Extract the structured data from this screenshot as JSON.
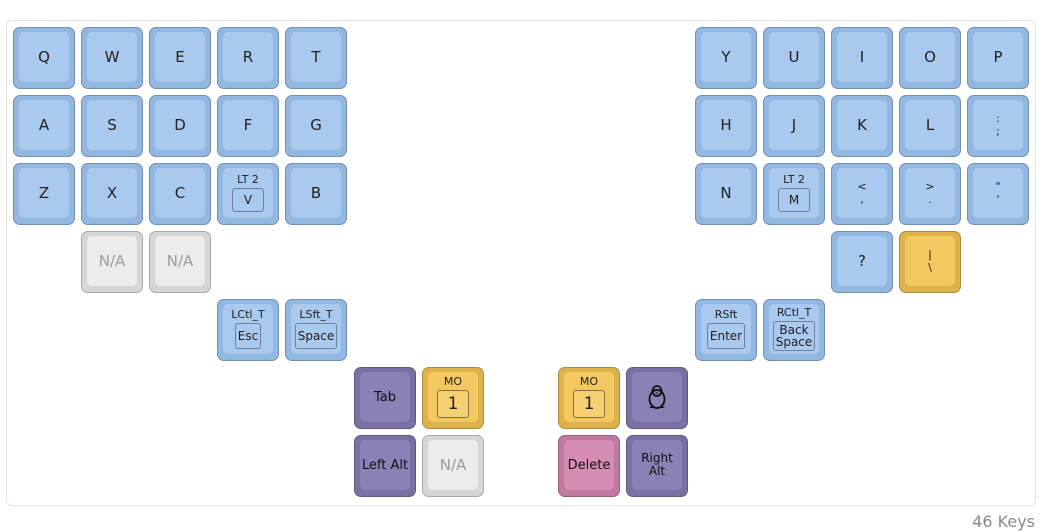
{
  "keyboard": {
    "rows": {
      "r1": [
        "Q",
        "W",
        "E",
        "R",
        "T",
        "Y",
        "U",
        "I",
        "O",
        "P"
      ],
      "r2": [
        "A",
        "S",
        "D",
        "F",
        "G",
        "H",
        "J",
        "K",
        "L"
      ],
      "semicolon": {
        "shift": ":",
        "base": ";"
      },
      "r3": [
        "Z",
        "X",
        "C",
        "B",
        "N"
      ],
      "lt_v": {
        "top": "LT 2",
        "inner": "V"
      },
      "lt_m": {
        "top": "LT 2",
        "inner": "M"
      },
      "comma": {
        "shift": "<",
        "base": ","
      },
      "period": {
        "shift": ">",
        "base": "."
      },
      "quote": {
        "shift": "\"",
        "base": "'"
      },
      "na": "N/A",
      "question": "?",
      "backslash": {
        "shift": "|",
        "base": "\\"
      }
    },
    "thumb": {
      "lctl": {
        "top": "LCtl_T",
        "inner": "Esc"
      },
      "lsft": {
        "top": "LSft_T",
        "inner": "Space"
      },
      "rsft": {
        "top": "RSft",
        "inner": "Enter"
      },
      "rctl": {
        "top": "RCtl_T",
        "inner_1": "Back",
        "inner_2": "Space"
      },
      "tab": "Tab",
      "mo_left": {
        "top": "MO",
        "inner": "1"
      },
      "mo_right": {
        "top": "MO",
        "inner": "1"
      },
      "left_alt": "Left Alt",
      "na": "N/A",
      "delete": "Delete",
      "right_alt_1": "Right",
      "right_alt_2": "Alt",
      "linux_icon": "linux-penguin-icon"
    }
  },
  "colors": {
    "alpha": "#a9c9ee",
    "none": "#ececec",
    "layer": "#f4c860",
    "modifier": "#8c80b7",
    "delete": "#d68db4"
  },
  "footer": {
    "key_count": "46 Keys"
  }
}
